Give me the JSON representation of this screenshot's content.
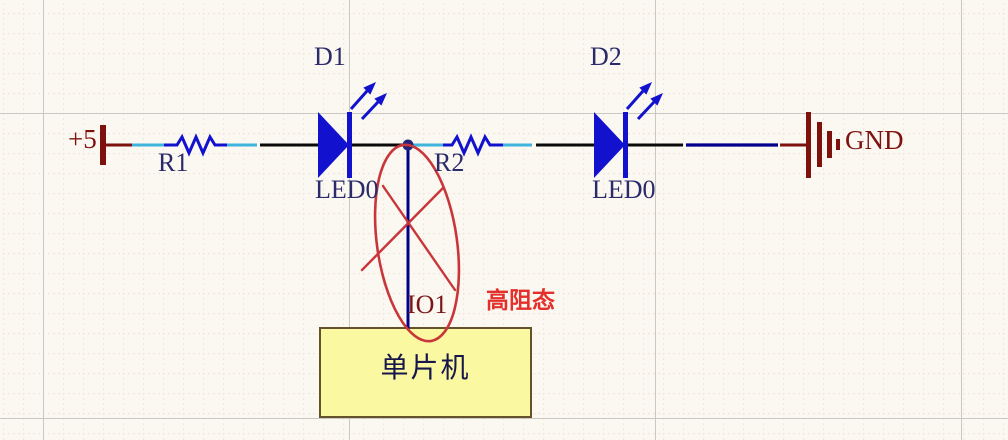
{
  "type": "circuit-schematic",
  "labels": {
    "power": "+5",
    "r1": "R1",
    "d1": "D1",
    "d1_value": "LED0",
    "r2": "R2",
    "d2": "D2",
    "d2_value": "LED0",
    "gnd": "GND",
    "io": "IO1",
    "mcu": "单片机",
    "annotation": "高阻态"
  },
  "colors": {
    "bg": "#FAF8F1",
    "grid-dot": "#EDE1DA",
    "grid-major": "#C9C8C3",
    "wire-black": "#0A0A0A",
    "wire-cyan": "#3FB4DC",
    "wire-navy": "#00008B",
    "component-blue": "#1212CE",
    "power-red": "#7E100E",
    "label-blue": "#2B2B6B",
    "net-maroon": "#7A1416",
    "anno-red": "#C9363A",
    "anno-text-red": "#E3302B",
    "box-fill": "#FBF8A2",
    "box-border": "#63522B",
    "mcu-text": "#17174B"
  }
}
